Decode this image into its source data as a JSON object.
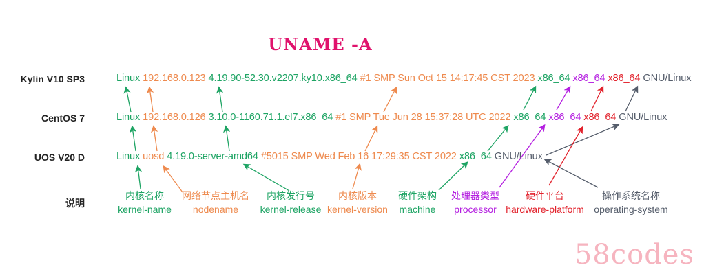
{
  "title": "UNAME -A",
  "rows": [
    {
      "os": "Kylin V10 SP3",
      "kernel_name": "Linux",
      "nodename": "192.168.0.123",
      "kernel_release": "4.19.90-52.30.v2207.ky10.x86_64",
      "kernel_version": "#1 SMP Sun Oct 15 14:17:45 CST 2023",
      "machine": "x86_64",
      "processor": "x86_64",
      "hardware_platform": "x86_64",
      "operating_system": "GNU/Linux"
    },
    {
      "os": "CentOS 7",
      "kernel_name": "Linux",
      "nodename": "192.168.0.126",
      "kernel_release": "3.10.0-1160.71.1.el7.x86_64",
      "kernel_version": "#1 SMP Tue Jun 28 15:37:28 UTC 2022",
      "machine": "x86_64",
      "processor": "x86_64",
      "hardware_platform": "x86_64",
      "operating_system": "GNU/Linux"
    },
    {
      "os": "UOS V20 D",
      "kernel_name": "Linux",
      "nodename": "uosd",
      "kernel_release": "4.19.0-server-amd64",
      "kernel_version": "#5015 SMP Wed Feb 16 17:29:35 CST 2022",
      "machine": "x86_64",
      "operating_system": "GNU/Linux"
    }
  ],
  "legend": {
    "row_label": "说明",
    "items": [
      {
        "zh": "内核名称",
        "en": "kernel-name"
      },
      {
        "zh": "网络节点主机名",
        "en": "nodename"
      },
      {
        "zh": "内核发行号",
        "en": "kernel-release"
      },
      {
        "zh": "内核版本",
        "en": "kernel-version"
      },
      {
        "zh": "硬件架构",
        "en": "machine"
      },
      {
        "zh": "处理器类型",
        "en": "processor"
      },
      {
        "zh": "硬件平台",
        "en": "hardware-platform"
      },
      {
        "zh": "操作系统名称",
        "en": "operating-system"
      }
    ]
  },
  "watermark": "58codes",
  "colors": {
    "title": "#e0126c",
    "green": "#1ea464",
    "orange": "#ee8a4e",
    "purple": "#b41fe0",
    "red": "#e2222c",
    "gray": "#555d6b"
  }
}
